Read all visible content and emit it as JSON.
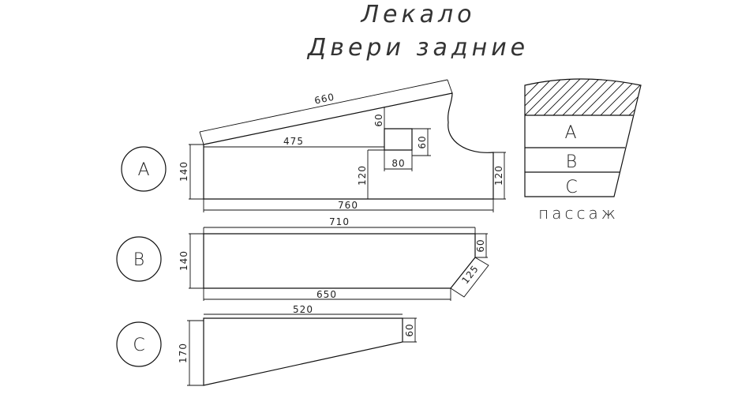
{
  "title": {
    "line1": "Лекало",
    "line2": "Двери задние"
  },
  "parts": {
    "a": {
      "label": "A",
      "dims": {
        "d660": "660",
        "d475": "475",
        "d60_top": "60",
        "d60_side": "60",
        "d80": "80",
        "d120_mid": "120",
        "d140": "140",
        "d120_right": "120",
        "d760": "760"
      }
    },
    "b": {
      "label": "B",
      "dims": {
        "d710": "710",
        "d140": "140",
        "d60": "60",
        "d125": "125",
        "d650": "650"
      }
    },
    "c": {
      "label": "C",
      "dims": {
        "d520": "520",
        "d60": "60",
        "d170": "170"
      }
    }
  },
  "legend": {
    "rows": [
      "A",
      "B",
      "C"
    ],
    "caption": "пассаж"
  }
}
